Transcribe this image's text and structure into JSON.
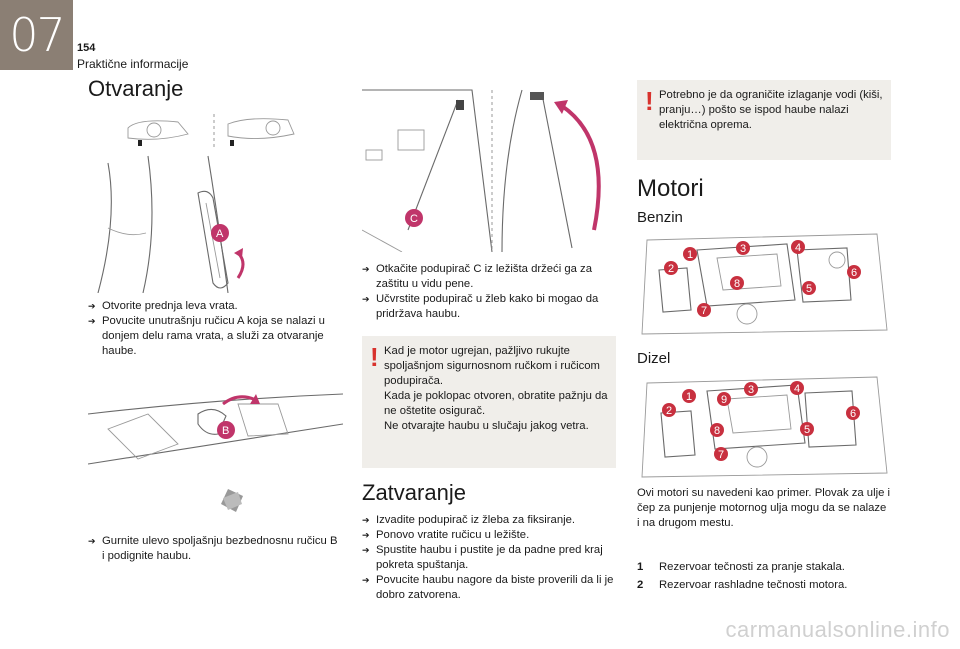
{
  "header": {
    "chapter_number": "07",
    "page_number": "154",
    "chapter_title": "Praktične informacije"
  },
  "col1": {
    "heading": "Otvaranje",
    "figure_a_label": "A",
    "steps_a": [
      "Otvorite prednja leva vrata.",
      "Povucite unutrašnju ručicu A koja se nalazi u donjem delu rama vrata, a služi za otvaranje haube."
    ],
    "figure_b_label": "B",
    "steps_b": [
      "Gurnite ulevo spoljašnju bezbednosnu ručicu B i podignite haubu."
    ]
  },
  "col2": {
    "figure_c_label": "C",
    "steps_c": [
      "Otkačite podupirač C iz ležišta držeći ga za zaštitu u vidu pene.",
      "Učvrstite podupirač u žleb kako bi mogao da pridržava haubu."
    ],
    "warning": [
      "Kad je motor ugrejan, pažljivo rukujte spoljašnjom sigurnosnom ručkom i ručicom podupirača.",
      "Kada je poklopac otvoren, obratite pažnju da ne oštetite osigurač.",
      "Ne otvarajte haubu u slučaju jakog vetra."
    ],
    "closing_heading": "Zatvaranje",
    "closing_steps": [
      "Izvadite podupirač iz žleba za fiksiranje.",
      "Ponovo vratite ručicu u ležište.",
      "Spustite haubu i pustite je da padne pred kraj pokreta spuštanja.",
      "Povucite haubu nagore da biste proverili da li je dobro zatvorena."
    ]
  },
  "col3": {
    "warning": "Potrebno je da ograničite izlaganje vodi (kiši, pranju…) pošto se ispod haube nalazi električna oprema.",
    "heading": "Motori",
    "benzin_heading": "Benzin",
    "dizel_heading": "Dizel",
    "benzin_callouts": [
      "1",
      "2",
      "3",
      "4",
      "5",
      "6",
      "7",
      "8"
    ],
    "dizel_callouts": [
      "1",
      "2",
      "3",
      "4",
      "5",
      "6",
      "7",
      "8",
      "9"
    ],
    "note": "Ovi motori su navedeni kao primer. Plovak za ulje i čep za punjenje motornog ulja mogu da se nalaze i na drugom mestu.",
    "legend": [
      {
        "num": "1",
        "text": "Rezervoar tečnosti za pranje stakala."
      },
      {
        "num": "2",
        "text": "Rezervoar rashladne tečnosti motora."
      }
    ]
  },
  "watermark": "carmanualsonline.info",
  "colors": {
    "chapter_tab": "#8b7f74",
    "callout": "#c0356a",
    "warning_mark": "#d8322d",
    "warning_bg": "#f0eeea"
  }
}
